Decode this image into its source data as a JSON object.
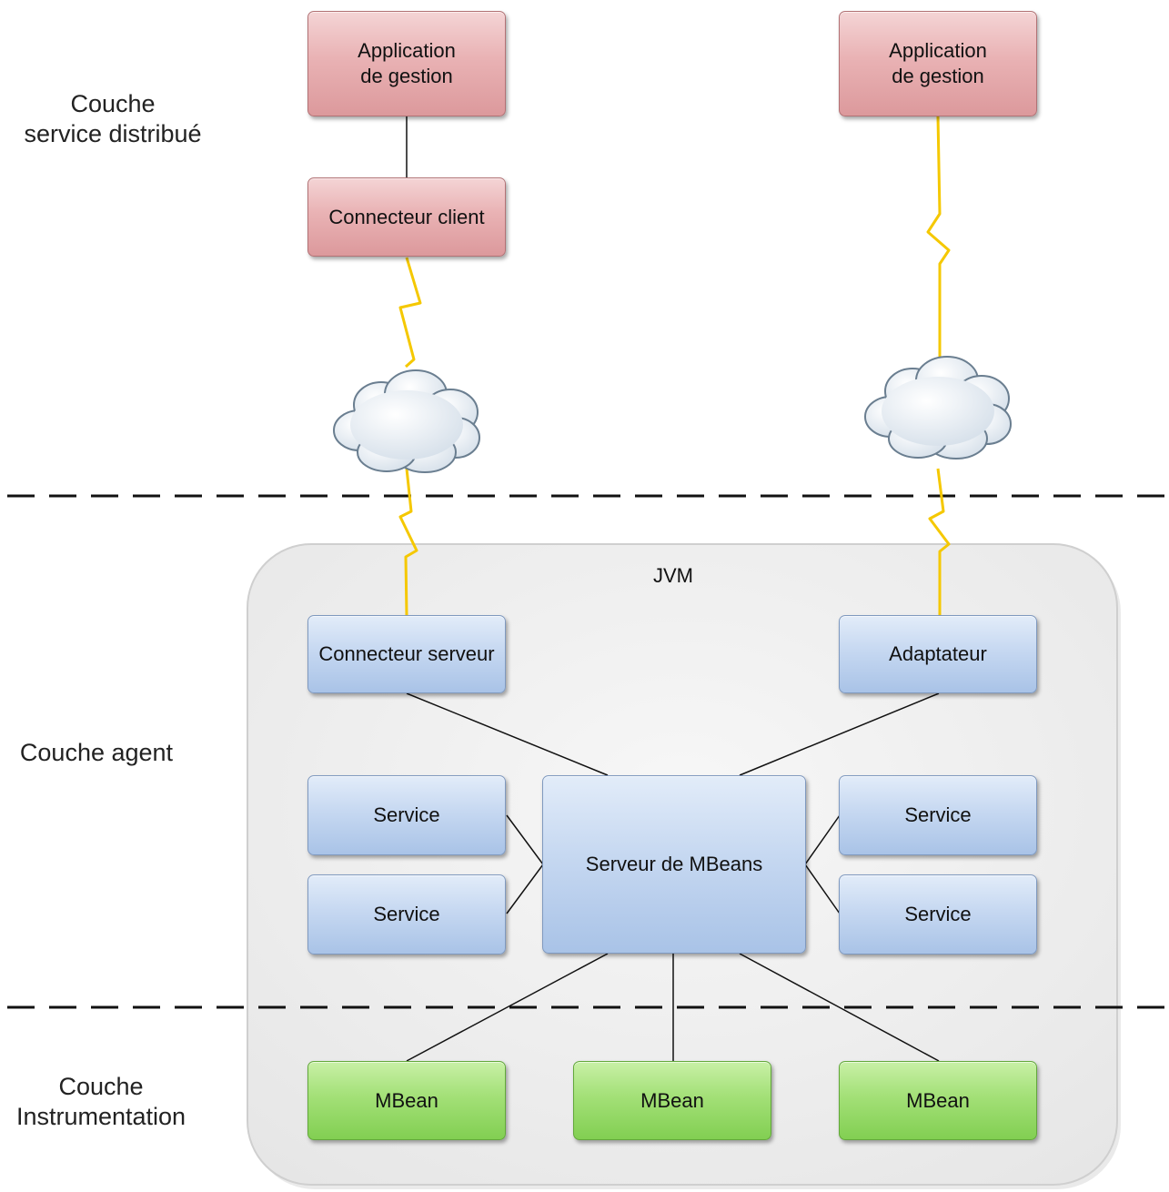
{
  "layers": {
    "distributed": "Couche\nservice distribué",
    "agent": "Couche agent",
    "instrumentation": "Couche\nInstrumentation"
  },
  "jvm": {
    "label": "JVM"
  },
  "nodes": {
    "app_left": "Application\nde gestion",
    "app_right": "Application\nde gestion",
    "client_connector": "Connecteur client",
    "server_connector": "Connecteur serveur",
    "adapter": "Adaptateur",
    "mbean_server": "Serveur de MBeans",
    "service_left_1": "Service",
    "service_left_2": "Service",
    "service_right_1": "Service",
    "service_right_2": "Service",
    "mbean_1": "MBean",
    "mbean_2": "MBean",
    "mbean_3": "MBean"
  },
  "icons": {
    "network": "cloud-icon",
    "link": "lightning-icon"
  },
  "colors": {
    "management_box": "#e9b2b4",
    "agent_box": "#c6d8f1",
    "mbean_box": "#a3e077",
    "lightning": "#f5c800",
    "jvm_container": "#efefef",
    "cloud": "#e8eef3"
  }
}
